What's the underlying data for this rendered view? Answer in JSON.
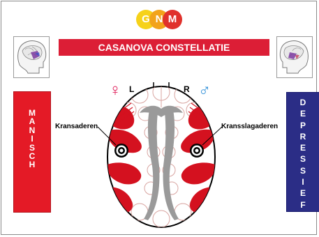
{
  "logo": {
    "letters": [
      "G",
      "N",
      "M"
    ],
    "colors": [
      "#f6d21a",
      "#f2a31b",
      "#e0312c"
    ]
  },
  "title": "CASANOVA CONSTELLATIE",
  "left_panel": {
    "letters": "MANISCH",
    "color": "#e41a26"
  },
  "right_panel": {
    "letters": "DEPRESSIEF",
    "color": "#2b2d86"
  },
  "labels": {
    "left_side": "L",
    "right_side": "R",
    "left_vessel": "Kransaderen",
    "right_vessel": "Kransslagaderen"
  },
  "symbols": {
    "female": "♀",
    "male": "♂",
    "female_color": "#e01e5a",
    "male_color": "#2f8fd8"
  }
}
